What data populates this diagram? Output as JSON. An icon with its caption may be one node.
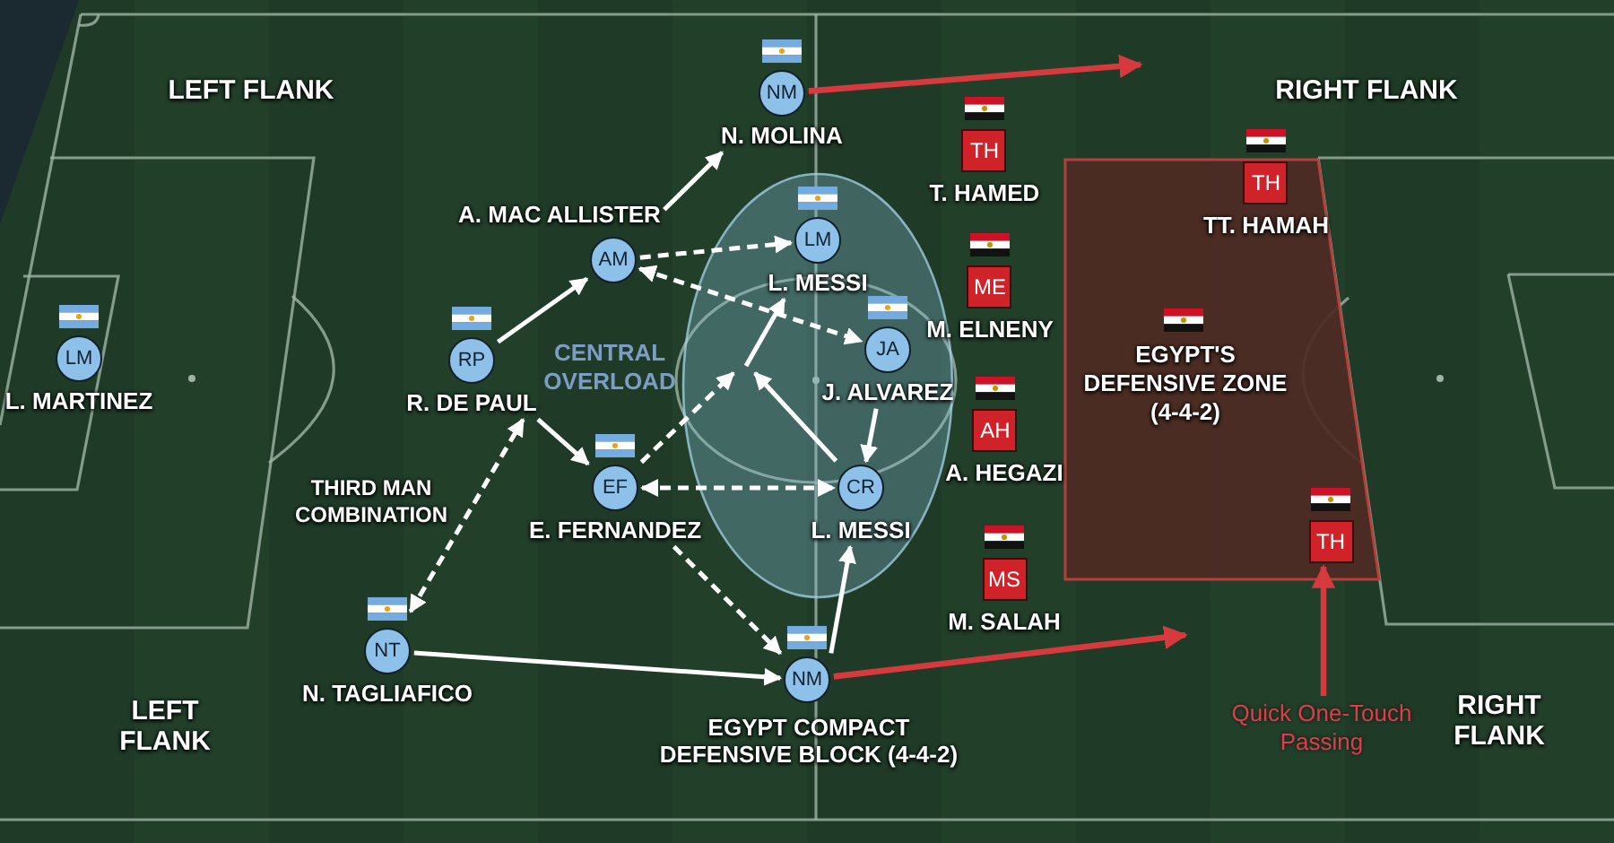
{
  "diagram": {
    "nodes": [
      {
        "text": [
          "NM"
        ],
        "beside": [
          "N. MOLINA"
        ]
      },
      {
        "text": [
          "TH"
        ],
        "beside": [
          "T. HAMED"
        ]
      },
      {
        "text": [
          "EGYPT'S DEFENSIVE ZONE (4-4-2)"
        ]
      },
      {
        "text": [
          "TH"
        ],
        "beside": [
          "TT. HAMAH"
        ],
        "in": 2
      },
      {
        "text": [
          "AM"
        ],
        "beside": [
          "A. MAC ALLISTER"
        ]
      },
      {
        "text": [
          "LM"
        ],
        "beside": [
          "L. MESSI"
        ]
      },
      {
        "text": [
          "ME"
        ],
        "beside": [
          "M. ELNENY"
        ]
      },
      {
        "text": [
          "LM"
        ],
        "beside": [
          "L. MARTINEZ"
        ]
      },
      {
        "text": [
          "RP"
        ],
        "beside": [
          "R. DE PAUL"
        ]
      },
      {
        "text": [
          "JA"
        ],
        "beside": [
          "J. ALVAREZ"
        ]
      },
      {
        "text": [
          "AH"
        ],
        "beside": [
          "A. HEGAZI"
        ]
      },
      {
        "text": [
          "EF"
        ],
        "beside": [
          "E. FERNANDEZ"
        ]
      },
      {
        "text": [
          "CR"
        ],
        "beside": [
          "L. MESSI"
        ]
      },
      {
        "text": [
          "TH"
        ],
        "in": 2
      },
      {
        "text": [
          "MS"
        ],
        "beside": [
          "M. SALAH"
        ]
      },
      {
        "text": [
          "NT"
        ],
        "beside": [
          "N. TAGLIAFICO"
        ]
      },
      {
        "text": [
          "NM"
        ],
        "beside": [
          "EGYPT COMPACT DEFENSIVE BLOCK (4-4-2)"
        ]
      },
      {
        "text": [
          "Quick One-Touch Passing"
        ]
      }
    ],
    "edges": [
      {
        "from": 0,
        "to": null,
        "arrow": "to",
        "color": "#d63a3f"
      },
      {
        "from": 4,
        "to": 0,
        "arrow": "to"
      },
      {
        "from": 8,
        "to": 4,
        "arrow": "to"
      },
      {
        "from": 4,
        "to": 5,
        "arrow": "to",
        "style": "dashed"
      },
      {
        "from": 4,
        "to": 9,
        "arrow": "both",
        "style": "dashed"
      },
      {
        "from": 8,
        "to": 11,
        "arrow": "to"
      },
      {
        "from": 11,
        "to": null,
        "arrow": "to",
        "style": "dashed"
      },
      {
        "from": 12,
        "to": null,
        "arrow": "to"
      },
      {
        "from": null,
        "to": 5,
        "arrow": "to"
      },
      {
        "from": 9,
        "to": 12,
        "arrow": "to"
      },
      {
        "from": 11,
        "to": 12,
        "arrow": "both",
        "style": "dashed"
      },
      {
        "from": 15,
        "to": 8,
        "arrow": "both",
        "style": "dashed"
      },
      {
        "from": 15,
        "to": 16,
        "arrow": "to"
      },
      {
        "from": 11,
        "to": 16,
        "arrow": "to",
        "style": "dashed"
      },
      {
        "from": 16,
        "to": 12,
        "arrow": "to"
      },
      {
        "from": 16,
        "to": 2,
        "arrow": "to",
        "color": "#d63a3f"
      },
      {
        "from": 17,
        "to": 13,
        "arrow": "to",
        "color": "#d63a3f"
      }
    ],
    "labels": [
      "LEFT FLANK",
      "RIGHT FLANK",
      "CENTRAL OVERLOAD",
      "THIRD MAN COMBINATION",
      "LEFT FLANK",
      "RIGHT FLANK"
    ]
  }
}
